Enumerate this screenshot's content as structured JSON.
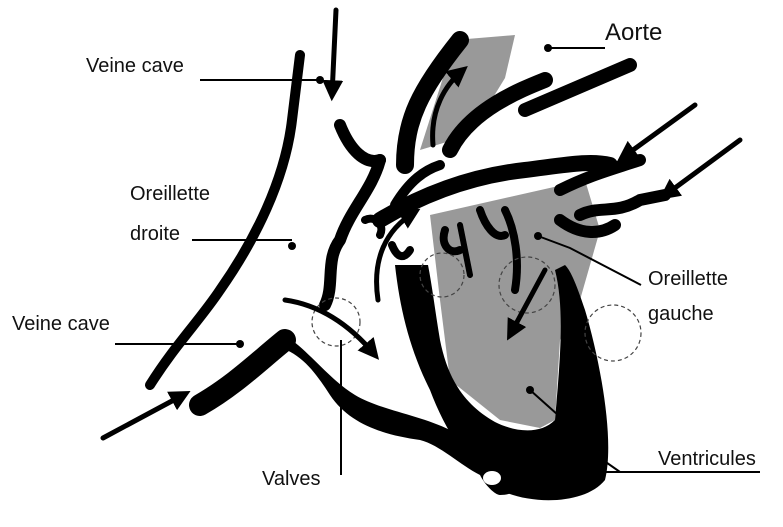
{
  "diagram": {
    "labels": {
      "vena_cava_top": "Veine cave",
      "right_atrium_line1": "Oreillette",
      "right_atrium_line2": "droite",
      "vena_cava_bottom": "Veine cave",
      "aorta": "Aorte",
      "left_atrium_line1": "Oreillette",
      "left_atrium_line2": "gauche",
      "ventricles": "Ventricules",
      "valves": "Valves"
    },
    "colors": {
      "tissue": "#000000",
      "oxygenated_region": "#999999",
      "background": "#ffffff",
      "valve_outline": "#444444"
    }
  }
}
